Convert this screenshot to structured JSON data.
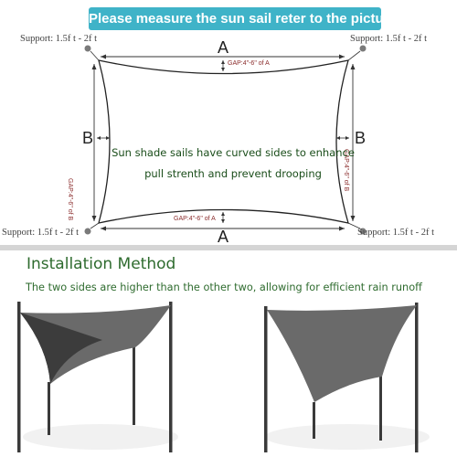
{
  "banner": {
    "text": "Please measure the sun sail reter to the picture"
  },
  "support_label": "Support: 1.5f t - 2f t",
  "labels": {
    "a": "A",
    "b": "B"
  },
  "gap_a": "GAP:4\"-6\" of A",
  "gap_b": "GAP:4\"-6\" of B",
  "note": {
    "line1": "Sun shade sails have curved sides to enhance",
    "line2": "pull strenth and prevent drooping"
  },
  "installation": {
    "title": "Installation Method",
    "description": "The two sides are higher than the other two, allowing for efficient rain runoff"
  },
  "colors": {
    "banner": "#3fb3c8",
    "text_green": "#2e6b2e",
    "gap_text": "#8a2b2b",
    "sail": "#5a5a5a"
  }
}
